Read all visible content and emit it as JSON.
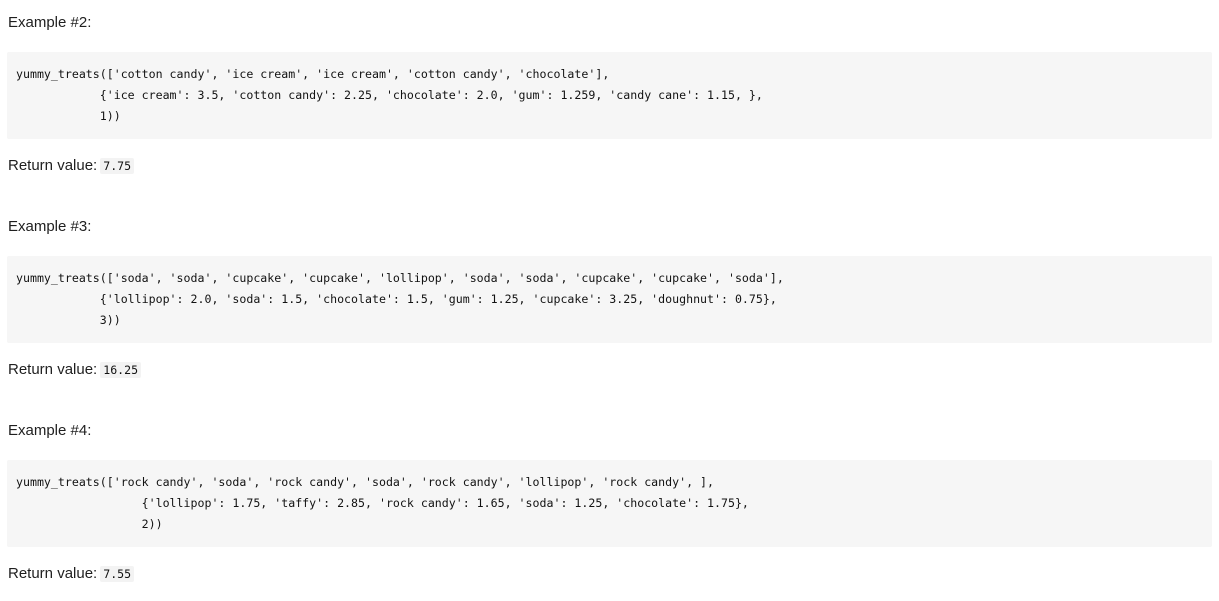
{
  "document": {
    "type": "code-examples-list",
    "background_color": "#ffffff",
    "code_block_background": "#f6f6f6",
    "inline_code_background": "#f3f3f3",
    "text_color": "#1f1f1f",
    "return_label": "Return value:"
  },
  "examples": [
    {
      "heading": "Example #2:",
      "code": "yummy_treats(['cotton candy', 'ice cream', 'ice cream', 'cotton candy', 'chocolate'],\n            {'ice cream': 3.5, 'cotton candy': 2.25, 'chocolate': 2.0, 'gum': 1.259, 'candy cane': 1.15, },\n            1))",
      "return_label": "Return value:",
      "return_value": "7.75"
    },
    {
      "heading": "Example #3:",
      "code": "yummy_treats(['soda', 'soda', 'cupcake', 'cupcake', 'lollipop', 'soda', 'soda', 'cupcake', 'cupcake', 'soda'],\n            {'lollipop': 2.0, 'soda': 1.5, 'chocolate': 1.5, 'gum': 1.25, 'cupcake': 3.25, 'doughnut': 0.75},\n            3))",
      "return_label": "Return value:",
      "return_value": "16.25"
    },
    {
      "heading": "Example #4:",
      "code": "yummy_treats(['rock candy', 'soda', 'rock candy', 'soda', 'rock candy', 'lollipop', 'rock candy', ],\n                  {'lollipop': 1.75, 'taffy': 2.85, 'rock candy': 1.65, 'soda': 1.25, 'chocolate': 1.75},\n                  2))",
      "return_label": "Return value:",
      "return_value": "7.55"
    }
  ]
}
